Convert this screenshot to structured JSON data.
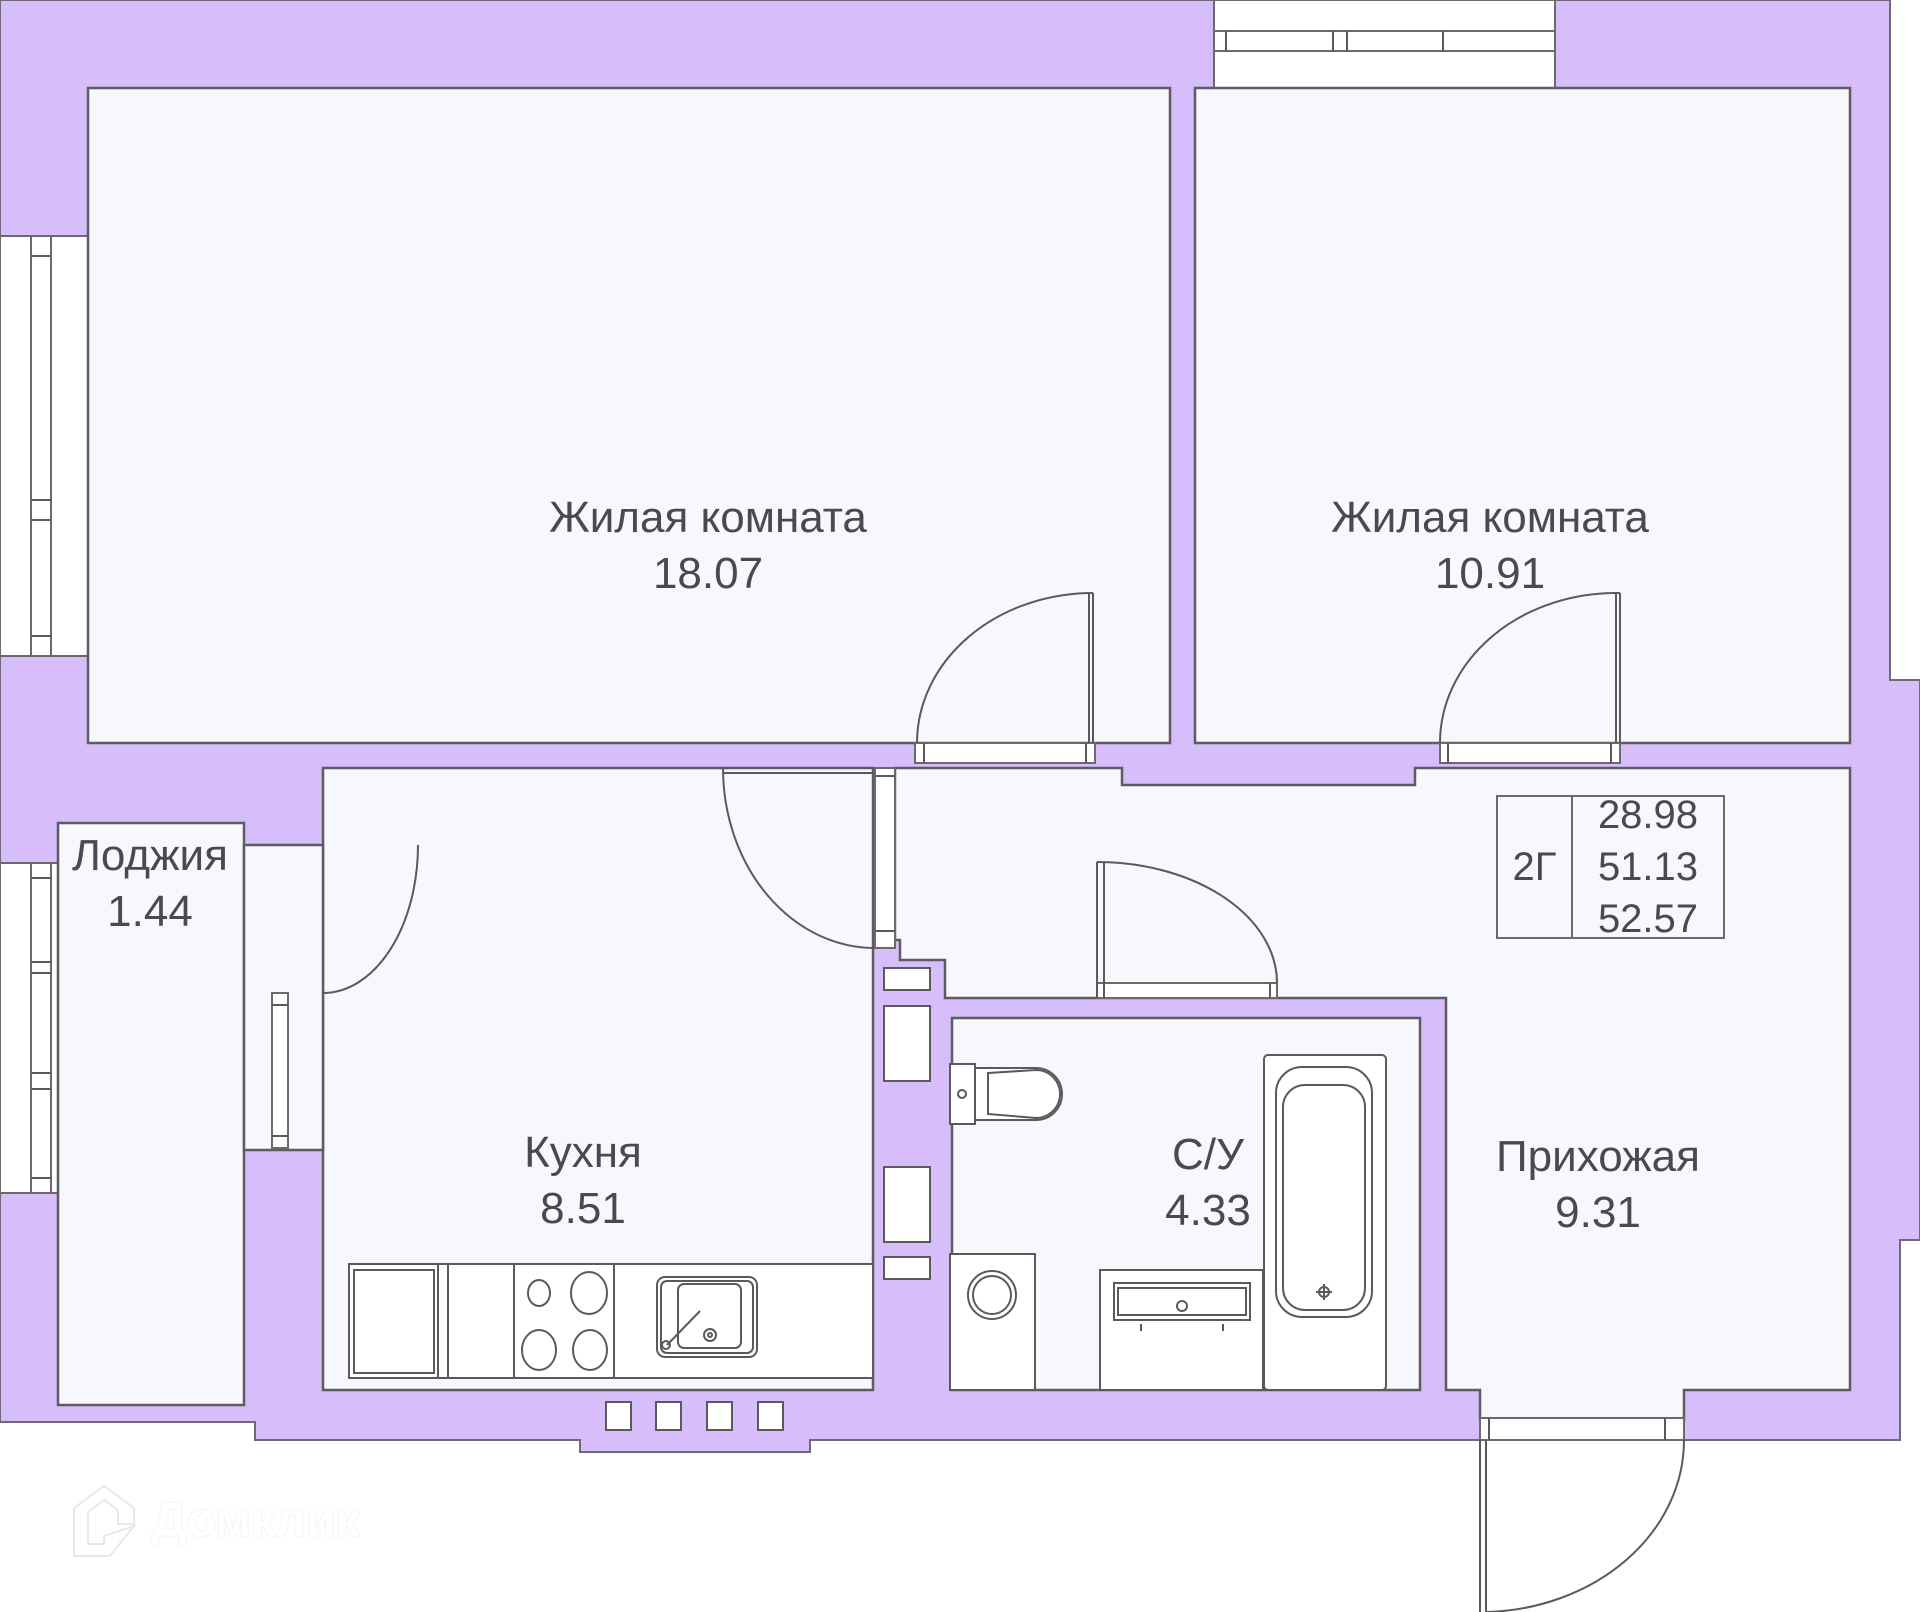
{
  "plan": {
    "colors": {
      "wall": "#d7bdfa",
      "floor": "#f7f8fd",
      "stroke": "#5f5b63",
      "text": "#4a4a4c"
    },
    "rooms": [
      {
        "id": "living-room-1",
        "name": "Жилая комната",
        "area": "18.07"
      },
      {
        "id": "living-room-2",
        "name": "Жилая комната",
        "area": "10.91"
      },
      {
        "id": "loggia",
        "name": "Лоджия",
        "area": "1.44"
      },
      {
        "id": "kitchen",
        "name": "Кухня",
        "area": "8.51"
      },
      {
        "id": "bathroom",
        "name": "С/У",
        "area": "4.33"
      },
      {
        "id": "hallway",
        "name": "Прихожая",
        "area": "9.31"
      }
    ],
    "summary": {
      "type_code": "2Г",
      "living_area": "28.98",
      "total_area": "51.13",
      "total_with_loggia": "52.57"
    },
    "watermark": {
      "icon": "house-logo-icon",
      "text": "Домклик"
    }
  }
}
